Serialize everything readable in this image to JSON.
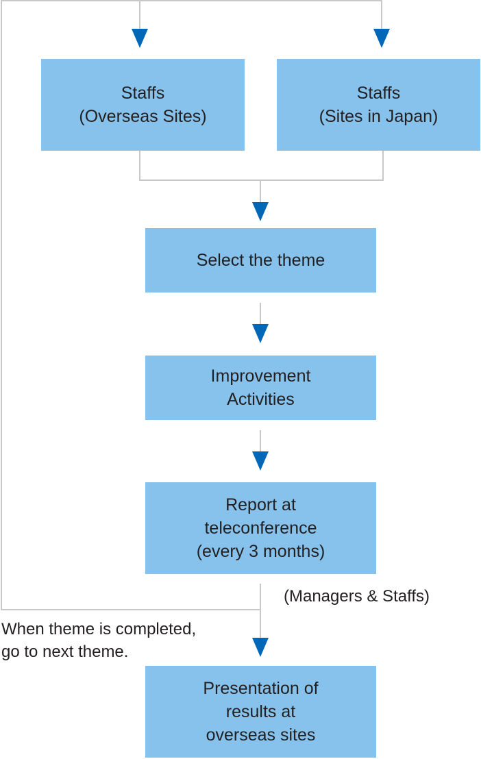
{
  "nodes": {
    "staffs_overseas": [
      "Staffs",
      "(Overseas Sites)"
    ],
    "staffs_japan": [
      "Staffs",
      "(Sites in Japan)"
    ],
    "select_theme": [
      "Select the theme"
    ],
    "improvement": [
      "Improvement",
      "Activities"
    ],
    "report": [
      "Report at",
      "teleconference",
      "(every 3 months)"
    ],
    "presentation": [
      "Presentation of",
      "results at",
      "overseas sites"
    ]
  },
  "annotations": {
    "participants": "(Managers & Staffs)",
    "loop_note": [
      "When theme is completed,",
      "go to next theme."
    ]
  },
  "colors": {
    "box_fill": "#86c2eb",
    "connector": "#c8c8c8",
    "arrowhead": "#0068b7",
    "text": "#231f20"
  }
}
